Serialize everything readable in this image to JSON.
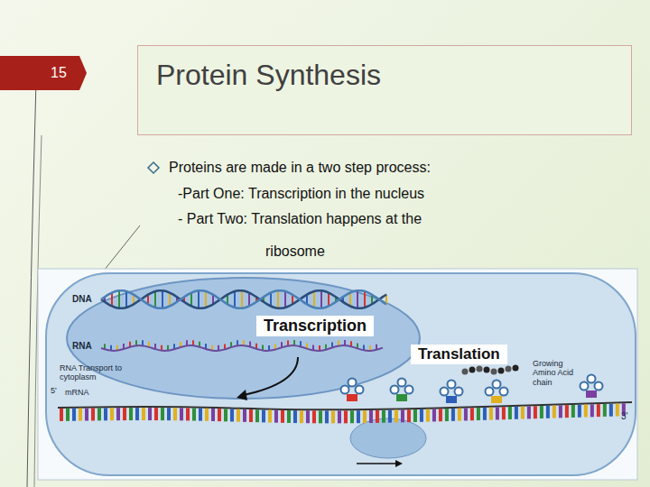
{
  "diagram": {
    "nodes": [
      {
        "text": [
          "Protein Synthesis"
        ]
      },
      {
        "text": [
          "Translation"
        ]
      },
      {
        "text": [
          "Transcription"
        ],
        "in": 1
      }
    ],
    "labels": [
      "15",
      "Proteins are made in a two step process:",
      "-Part One: Transcription in the nucleus",
      "- Part Two: Translation happens at the",
      "ribosome",
      "DNA",
      "RNA",
      "RNA Transport to cytoplasm",
      "5'",
      "mRNA",
      "Growing Amino Acid chain",
      "3'"
    ]
  }
}
